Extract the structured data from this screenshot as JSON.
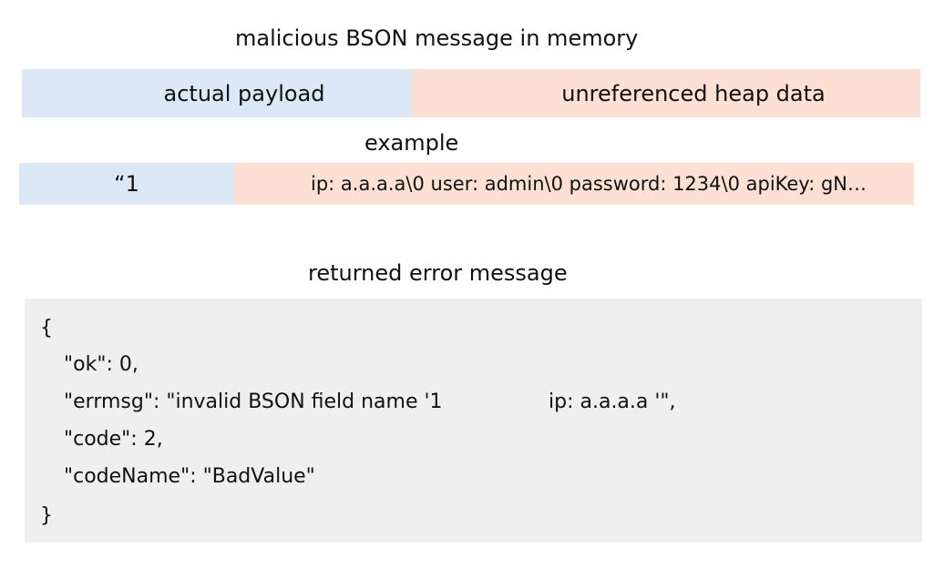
{
  "memory_diagram": {
    "title": "malicious BSON message in memory",
    "payload_label": "actual payload",
    "heap_label": "unreferenced heap data",
    "example_title": "example",
    "example_payload": "“1",
    "example_heap": "ip: a.a.a.a\\0 user: admin\\0 password: 1234\\0 apiKey: gN…"
  },
  "error_section": {
    "title": "returned error message",
    "open_brace": "{",
    "ok_line": "\"ok\": 0,",
    "errmsg_prefix": "\"errmsg\": \"invalid BSON field name '1",
    "errmsg_leak": "ip: a.a.a.a '\",",
    "code_line": "\"code\": 2,",
    "codename_line": "\"codeName\": \"BadValue\"",
    "close_brace": "}"
  },
  "colors": {
    "payload": "#dce8f5",
    "heap": "#fbe0d3",
    "code_background": "#efefef"
  }
}
